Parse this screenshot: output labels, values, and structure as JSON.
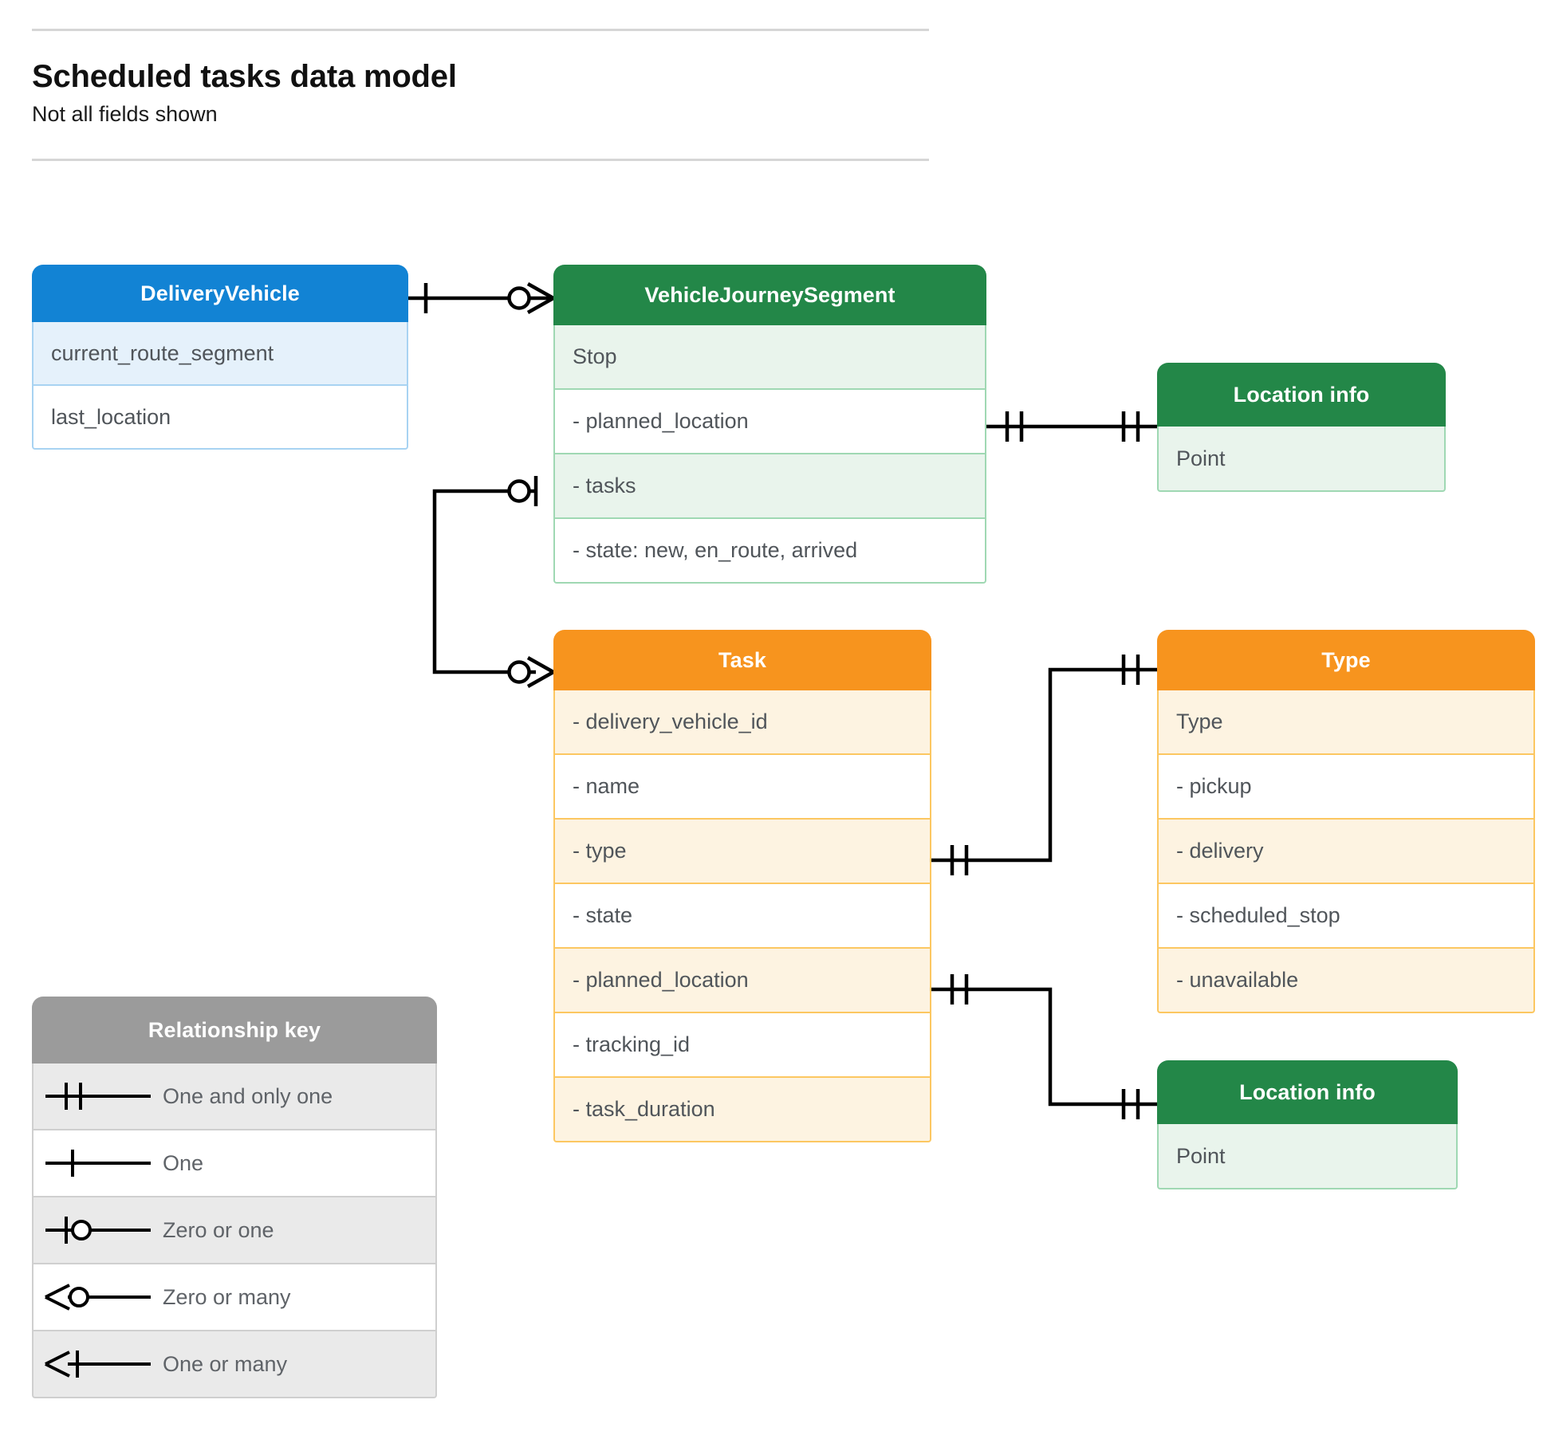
{
  "header": {
    "title": "Scheduled tasks data model",
    "subtitle": "Not all fields shown"
  },
  "colors": {
    "blue_header": "#1283d4",
    "blue_row_alt": "#e5f1fb",
    "blue_border": "#a8d3f2",
    "green_header": "#238748",
    "green_row_alt": "#e9f4ec",
    "green_border": "#9fd8b3",
    "orange_header": "#f7941e",
    "orange_row_alt": "#fdf3e1",
    "orange_border": "#fcc761",
    "grey_header": "#9b9b9b",
    "grey_row_alt": "#eaeaea",
    "line": "#000000",
    "text_row": "#50555a",
    "text_title": "#111111"
  },
  "entities": {
    "delivery_vehicle": {
      "title": "DeliveryVehicle",
      "rows": [
        "current_route_segment",
        "last_location"
      ]
    },
    "vehicle_journey_segment": {
      "title": "VehicleJourneySegment",
      "rows": [
        "Stop",
        "-  planned_location",
        "- tasks",
        "- state: new, en_route, arrived"
      ]
    },
    "location_info_top": {
      "title": "Location info",
      "rows": [
        "Point"
      ]
    },
    "location_info_bottom": {
      "title": "Location info",
      "rows": [
        "Point"
      ]
    },
    "task": {
      "title": "Task",
      "rows": [
        "- delivery_vehicle_id",
        "- name",
        "- type",
        "- state",
        "- planned_location",
        "- tracking_id",
        "- task_duration"
      ]
    },
    "type": {
      "title": "Type",
      "rows": [
        "Type",
        "-   pickup",
        "-   delivery",
        "-   scheduled_stop",
        "-   unavailable"
      ]
    }
  },
  "legend": {
    "title": "Relationship key",
    "items": [
      {
        "symbol": "one-and-only-one",
        "label": "One and only one"
      },
      {
        "symbol": "one",
        "label": "One"
      },
      {
        "symbol": "zero-or-one",
        "label": "Zero or one"
      },
      {
        "symbol": "zero-or-many",
        "label": "Zero or many"
      },
      {
        "symbol": "one-or-many",
        "label": "One or many"
      }
    ]
  },
  "relationships": [
    {
      "from": "delivery_vehicle",
      "from_card": "one",
      "to": "vehicle_journey_segment",
      "to_card": "zero-or-many"
    },
    {
      "from": "vehicle_journey_segment",
      "from_card": "one-and-only-one",
      "to": "location_info_top",
      "to_card": "one-and-only-one"
    },
    {
      "from": "vehicle_journey_segment",
      "from_card": "zero-or-one",
      "to": "task",
      "to_card": "zero-or-many"
    },
    {
      "from": "task",
      "from_card": "one-and-only-one",
      "to": "type",
      "to_card": "one-and-only-one"
    },
    {
      "from": "task",
      "from_card": "one-and-only-one",
      "to": "location_info_bottom",
      "to_card": "one-and-only-one"
    }
  ]
}
